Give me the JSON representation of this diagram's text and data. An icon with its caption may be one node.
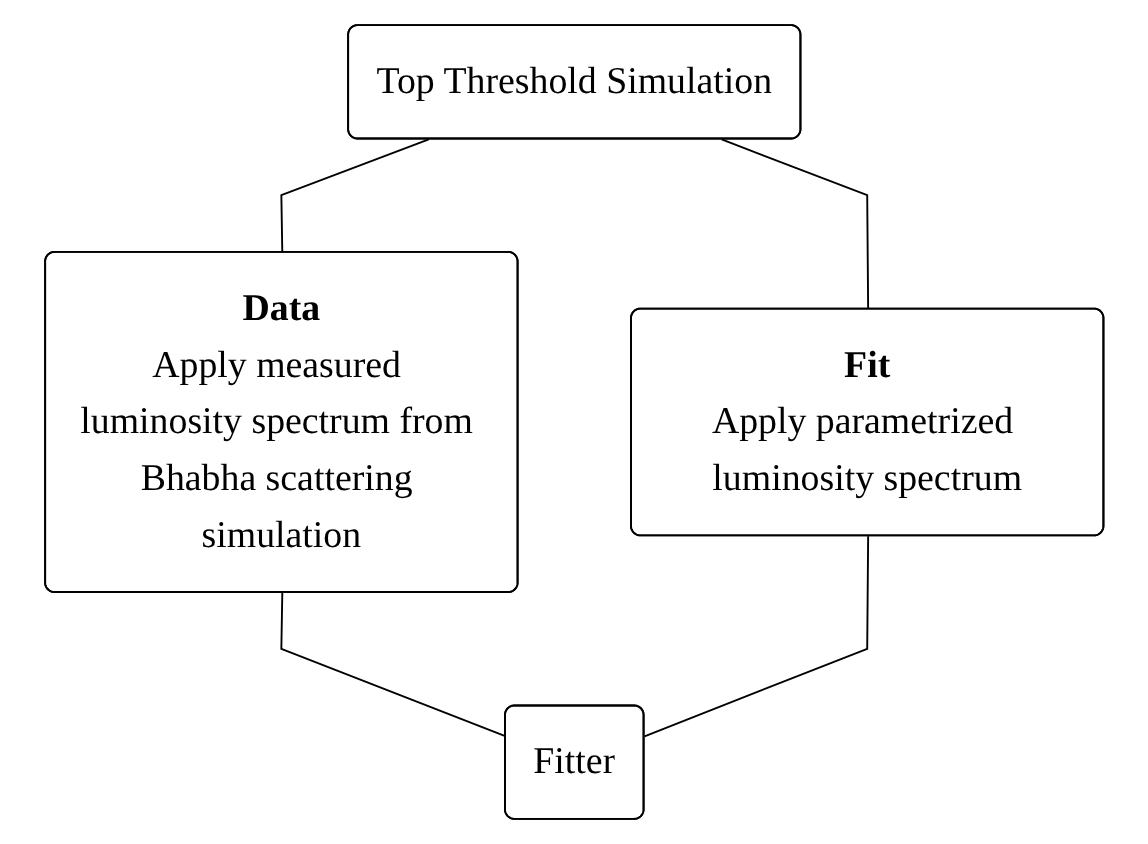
{
  "diagram": {
    "nodes": [
      {
        "text": [
          "Top Threshold Simulation"
        ]
      },
      {
        "text": [
          "Data",
          "Apply measured luminosity spectrum from Bhabha scattering simulation"
        ]
      },
      {
        "text": [
          "Fit",
          "Apply parametrized luminosity spectrum"
        ]
      },
      {
        "text": [
          "Fitter"
        ]
      }
    ],
    "edges": [
      {
        "from": 0,
        "to": 1,
        "arrow": "none"
      },
      {
        "from": 0,
        "to": 2,
        "arrow": "none"
      },
      {
        "from": 1,
        "to": 3,
        "arrow": "none"
      },
      {
        "from": 2,
        "to": 3,
        "arrow": "none"
      }
    ]
  }
}
